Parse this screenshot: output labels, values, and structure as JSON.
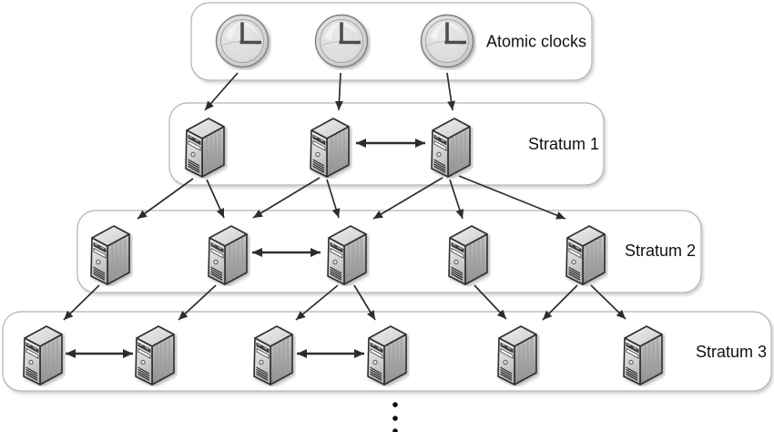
{
  "diagram": {
    "type": "ntp-stratum-hierarchy",
    "levels": [
      {
        "id": "atomic-clocks",
        "label": "Atomic clocks",
        "node_type": "atomic-clock",
        "node_count": 3
      },
      {
        "id": "stratum-1",
        "label": "Stratum 1",
        "node_type": "time-server",
        "node_count": 3
      },
      {
        "id": "stratum-2",
        "label": "Stratum 2",
        "node_type": "time-server",
        "node_count": 5
      },
      {
        "id": "stratum-3",
        "label": "Stratum 3",
        "node_type": "time-server",
        "node_count": 6
      }
    ],
    "connections": {
      "atomic_to_stratum1": [
        [
          1,
          1
        ],
        [
          2,
          2
        ],
        [
          3,
          3
        ]
      ],
      "stratum1_to_stratum2": [
        [
          1,
          1
        ],
        [
          1,
          2
        ],
        [
          2,
          2
        ],
        [
          2,
          3
        ],
        [
          3,
          3
        ],
        [
          3,
          4
        ],
        [
          3,
          5
        ]
      ],
      "stratum2_to_stratum3": [
        [
          1,
          1
        ],
        [
          2,
          2
        ],
        [
          3,
          3
        ],
        [
          3,
          4
        ],
        [
          4,
          5
        ],
        [
          5,
          5
        ],
        [
          5,
          6
        ]
      ],
      "peer_links": {
        "stratum1": [
          [
            2,
            3
          ]
        ],
        "stratum2": [
          [
            2,
            3
          ]
        ],
        "stratum3": [
          [
            1,
            2
          ],
          [
            3,
            4
          ]
        ]
      }
    },
    "continuation_ellipsis": true
  },
  "colors": {
    "background": "#ffffff",
    "box_fill": "#ffffff",
    "box_border": "#b3b3b3",
    "arrow": "#2d2d2d",
    "label_text": "#111111"
  }
}
